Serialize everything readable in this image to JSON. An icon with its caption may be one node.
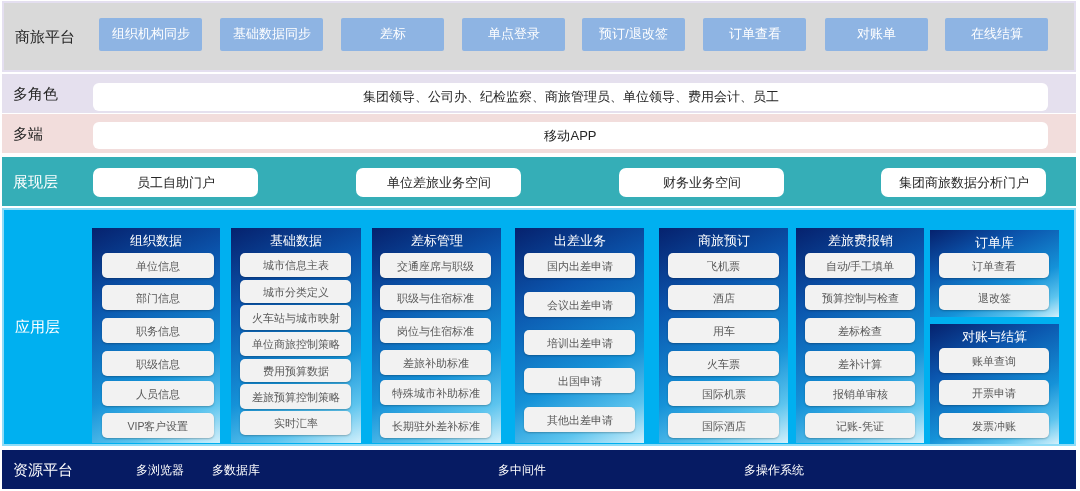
{
  "diagram": {
    "nodes": [
      {
        "text": [
          "商旅平台"
        ]
      },
      {
        "text": [
          "组织机构同步"
        ],
        "in": 0
      },
      {
        "text": [
          "基础数据同步"
        ],
        "in": 0
      },
      {
        "text": [
          "差标"
        ],
        "in": 0
      },
      {
        "text": [
          "单点登录"
        ],
        "in": 0
      },
      {
        "text": [
          "预订/退改签"
        ],
        "in": 0
      },
      {
        "text": [
          "订单查看"
        ],
        "in": 0
      },
      {
        "text": [
          "对账单"
        ],
        "in": 0
      },
      {
        "text": [
          "在线结算"
        ],
        "in": 0
      },
      {
        "text": [
          "多角色"
        ]
      },
      {
        "text": [
          "集团领导、公司办、纪检监察、商旅管理员、单位领导、费用会计、员工"
        ],
        "in": 9
      },
      {
        "text": [
          "多端"
        ]
      },
      {
        "text": [
          "移动APP"
        ],
        "in": 11
      },
      {
        "text": [
          "展现层"
        ]
      },
      {
        "text": [
          "员工自助门户"
        ],
        "in": 13
      },
      {
        "text": [
          "单位差旅业务空间"
        ],
        "in": 13
      },
      {
        "text": [
          "财务业务空间"
        ],
        "in": 13
      },
      {
        "text": [
          "集团商旅数据分析门户"
        ],
        "in": 13
      },
      {
        "text": [
          "应用层"
        ]
      },
      {
        "text": [
          "组织数据"
        ],
        "in": 18
      },
      {
        "text": [
          "单位信息"
        ],
        "in": 19
      },
      {
        "text": [
          "部门信息"
        ],
        "in": 19
      },
      {
        "text": [
          "职务信息"
        ],
        "in": 19
      },
      {
        "text": [
          "职级信息"
        ],
        "in": 19
      },
      {
        "text": [
          "人员信息"
        ],
        "in": 19
      },
      {
        "text": [
          "VIP客户设置"
        ],
        "in": 19
      },
      {
        "text": [
          "基础数据"
        ],
        "in": 18
      },
      {
        "text": [
          "城市信息主表"
        ],
        "in": 26
      },
      {
        "text": [
          "城市分类定义"
        ],
        "in": 26
      },
      {
        "text": [
          "火车站与城市映射"
        ],
        "in": 26
      },
      {
        "text": [
          "单位商旅控制策略"
        ],
        "in": 26
      },
      {
        "text": [
          "费用预算数据"
        ],
        "in": 26
      },
      {
        "text": [
          "差旅预算控制策略"
        ],
        "in": 26
      },
      {
        "text": [
          "实时汇率"
        ],
        "in": 26
      },
      {
        "text": [
          "差标管理"
        ],
        "in": 18
      },
      {
        "text": [
          "交通座席与职级"
        ],
        "in": 34
      },
      {
        "text": [
          "职级与住宿标准"
        ],
        "in": 34
      },
      {
        "text": [
          "岗位与住宿标准"
        ],
        "in": 34
      },
      {
        "text": [
          "差旅补助标准"
        ],
        "in": 34
      },
      {
        "text": [
          "特殊城市补助标准"
        ],
        "in": 34
      },
      {
        "text": [
          "长期驻外差补标准"
        ],
        "in": 34
      },
      {
        "text": [
          "出差业务"
        ],
        "in": 18
      },
      {
        "text": [
          "国内出差申请"
        ],
        "in": 41
      },
      {
        "text": [
          "会议出差申请"
        ],
        "in": 41
      },
      {
        "text": [
          "培训出差申请"
        ],
        "in": 41
      },
      {
        "text": [
          "出国申请"
        ],
        "in": 41
      },
      {
        "text": [
          "其他出差申请"
        ],
        "in": 41
      },
      {
        "text": [
          "商旅预订"
        ],
        "in": 18
      },
      {
        "text": [
          "飞机票"
        ],
        "in": 47
      },
      {
        "text": [
          "酒店"
        ],
        "in": 47
      },
      {
        "text": [
          "用车"
        ],
        "in": 47
      },
      {
        "text": [
          "火车票"
        ],
        "in": 47
      },
      {
        "text": [
          "国际机票"
        ],
        "in": 47
      },
      {
        "text": [
          "国际酒店"
        ],
        "in": 47
      },
      {
        "text": [
          "差旅费报销"
        ],
        "in": 18
      },
      {
        "text": [
          "自动/手工填单"
        ],
        "in": 54
      },
      {
        "text": [
          "预算控制与检查"
        ],
        "in": 54
      },
      {
        "text": [
          "差标检查"
        ],
        "in": 54
      },
      {
        "text": [
          "差补计算"
        ],
        "in": 54
      },
      {
        "text": [
          "报销单审核"
        ],
        "in": 54
      },
      {
        "text": [
          "记账-凭证"
        ],
        "in": 54
      },
      {
        "text": [
          "订单库"
        ],
        "in": 18
      },
      {
        "text": [
          "订单查看"
        ],
        "in": 61
      },
      {
        "text": [
          "退改签"
        ],
        "in": 61
      },
      {
        "text": [
          "对账与结算"
        ],
        "in": 18
      },
      {
        "text": [
          "账单查询"
        ],
        "in": 64
      },
      {
        "text": [
          "开票申请"
        ],
        "in": 64
      },
      {
        "text": [
          "发票冲账"
        ],
        "in": 64
      },
      {
        "text": [
          "资源平台",
          "多浏览器",
          "多数据库",
          "多中间件",
          "多操作系统"
        ]
      }
    ]
  }
}
